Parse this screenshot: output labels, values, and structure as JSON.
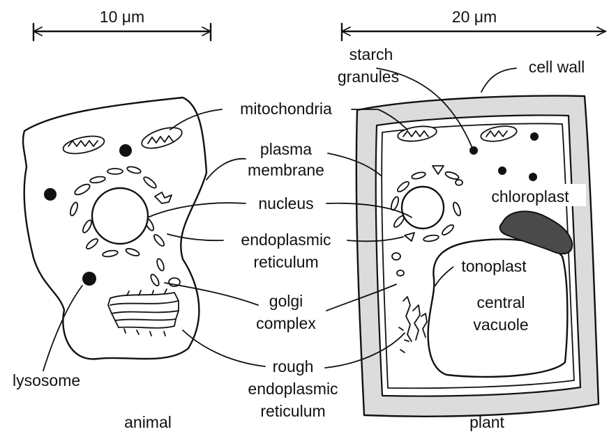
{
  "scale_bars": {
    "animal": "10 μm",
    "plant": "20 μm"
  },
  "labels": {
    "mitochondria": "mitochondria",
    "plasma_membrane": [
      "plasma",
      "membrane"
    ],
    "nucleus": "nucleus",
    "endoplasmic_reticulum": [
      "endoplasmic",
      "reticulum"
    ],
    "golgi_complex": [
      "golgi",
      "complex"
    ],
    "rough_endoplasmic_reticulum": [
      "rough",
      "endoplasmic",
      "reticulum"
    ],
    "lysosome": "lysosome",
    "starch_granules": [
      "starch",
      "granules"
    ],
    "cell_wall": "cell wall",
    "chloroplast": "chloroplast",
    "tonoplast": "tonoplast",
    "central_vacuole": [
      "central",
      "vacuole"
    ]
  },
  "captions": {
    "animal": "animal",
    "plant": "plant"
  },
  "colors": {
    "ink": "#111111",
    "cell_wall_fill": "#dcdcdc",
    "chloroplast_fill": "#4a4a4a"
  }
}
